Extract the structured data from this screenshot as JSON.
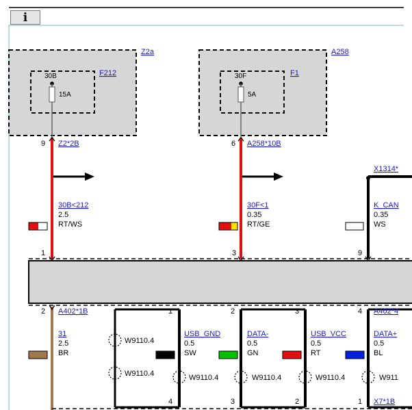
{
  "toolbar": {
    "info_label": "i",
    "info_icon": "info-icon"
  },
  "modules": {
    "z2a": {
      "label": "Z2a"
    },
    "a258": {
      "label": "A258"
    },
    "f212": {
      "label": "F212",
      "terminal": "30B",
      "rating": "15A"
    },
    "f1": {
      "label": "F1",
      "terminal": "30F",
      "rating": "5A"
    },
    "x1314": {
      "label": "X1314*"
    }
  },
  "top_wires": [
    {
      "pin": "9",
      "connector": "Z2*2B",
      "signal": "30B<212",
      "gauge": "2.5",
      "color_code": "RT/WS",
      "bottom_pin": "1",
      "colors": [
        "#e00000",
        "#ffffff"
      ]
    },
    {
      "pin": "6",
      "connector": "A258*10B",
      "signal": "30F<1",
      "gauge": "0.35",
      "color_code": "RT/GE",
      "bottom_pin": "3",
      "colors": [
        "#e00000",
        "#ffe000"
      ]
    },
    {
      "pin": "",
      "connector": "",
      "signal": "K_CAN",
      "gauge": "0.35",
      "color_code": "WS",
      "bottom_pin": "9",
      "colors": [
        "#ffffff"
      ]
    }
  ],
  "lower": {
    "left_pin": "2",
    "left_connector": "A402*1B",
    "right_connector": "A402*4",
    "bottom_connector": "X7*1B",
    "left_signal": "31",
    "left_gauge": "2.5",
    "left_color_code": "BR",
    "w_ref": "W9110.4",
    "w_ref_last": "W911",
    "wires": [
      {
        "pin_top": "1",
        "signal": "USB_GND",
        "gauge": "0.5",
        "color_code": "SW",
        "pin_bottom": "4",
        "color": "#000000"
      },
      {
        "pin_top": "2",
        "signal": "DATA-",
        "gauge": "0.5",
        "color_code": "GN",
        "pin_bottom": "3",
        "color": "#00c000"
      },
      {
        "pin_top": "3",
        "signal": "USB_VCC",
        "gauge": "0.5",
        "color_code": "RT",
        "pin_bottom": "2",
        "color": "#e00000"
      },
      {
        "pin_top": "4",
        "signal": "DATA+",
        "gauge": "0.5",
        "color_code": "BL",
        "pin_bottom": "1",
        "color": "#0022dd"
      }
    ]
  }
}
